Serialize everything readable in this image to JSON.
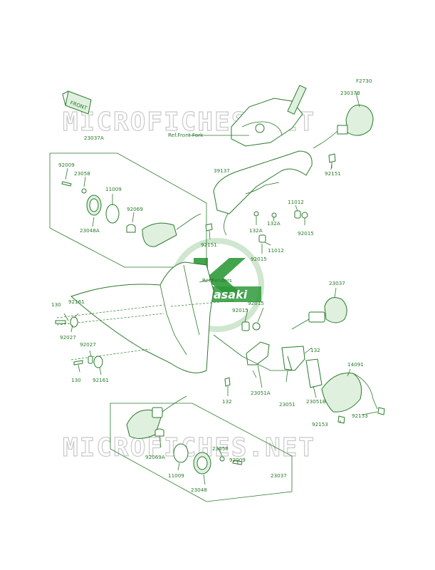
{
  "diagram": {
    "code": "F2730",
    "front_label": "FRONT",
    "watermark": "MICROFICHES.NET",
    "logo_text": "Kawasaki",
    "refs": {
      "front_fork": "Ref.Front Fork",
      "fenders": "Ref.Fenders"
    },
    "labels": {
      "l23037A": "23037A",
      "l23037B": "23037B",
      "l92009_top": "92009",
      "l23058_top": "23058",
      "l11009_top": "11009",
      "l92069": "92069",
      "l23048A": "23048A",
      "l39137": "39137",
      "l92151_right": "92151",
      "l92151_mid": "92151",
      "l11012_right": "11012",
      "l132A_a": "132A",
      "l132A_b": "132A",
      "l92015_right": "92015",
      "l11012_mid": "11012",
      "l92015_mid": "92015",
      "l23037_right": "23037",
      "l130_top": "130",
      "l92161_top": "92161",
      "l92015_a": "92015",
      "l92015_b": "92015",
      "l92027_a": "92027",
      "l92027_b": "92027",
      "l132_right": "132",
      "l14091": "14091",
      "l130_bot": "130",
      "l92161_bot": "92161",
      "l132_bot": "132",
      "l23051A": "23051A",
      "l23051": "23051",
      "l23051B": "23051B",
      "l92153_a": "92153",
      "l92153_b": "92153",
      "l23058_bot": "23058",
      "l92009_bot": "92009",
      "l92069A": "92069A",
      "l11009_bot": "11009",
      "l23037_bot": "23037",
      "l23048": "23048"
    }
  }
}
